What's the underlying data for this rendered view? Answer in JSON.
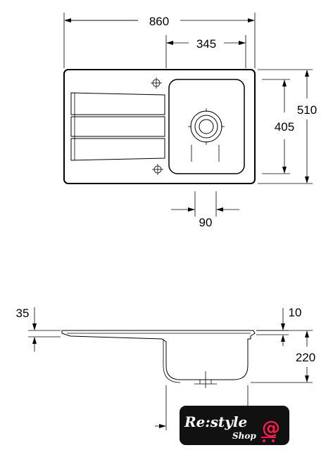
{
  "top_view": {
    "dimensions": {
      "overall_width": "860",
      "bowl_width": "345",
      "bowl_depth": "405",
      "overall_depth": "510",
      "drain_offset": "90"
    }
  },
  "side_view": {
    "dimensions": {
      "rim_height": "35",
      "rim_thickness": "10",
      "bowl_height": "220"
    }
  },
  "logo": {
    "main_text": "Re:style",
    "sub_text": "Shop",
    "at_glyph": "@",
    "colors": {
      "background": "#111111",
      "text": "#ffffff",
      "accent": "#ff1a4f"
    }
  }
}
